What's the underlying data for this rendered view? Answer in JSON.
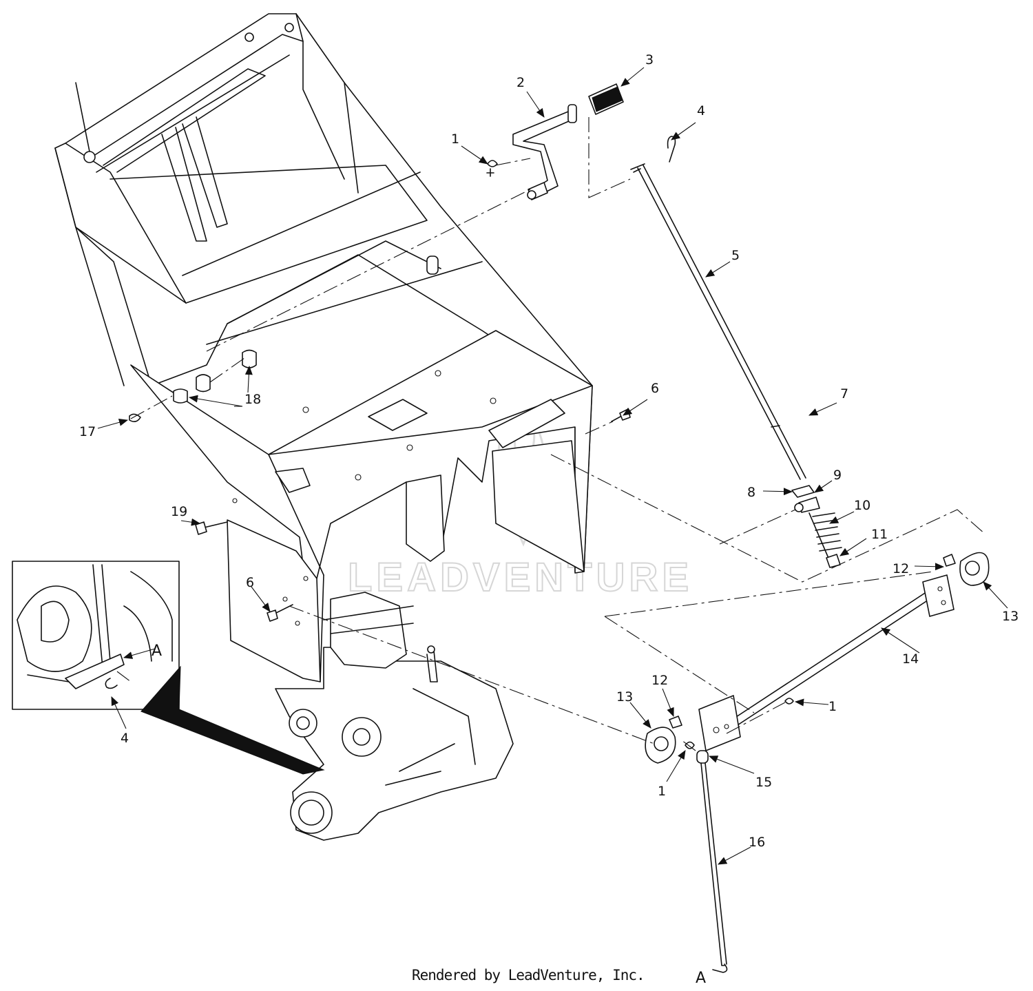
{
  "watermark": "LEADVENTURE",
  "credit": "Rendered by LeadVenture, Inc.",
  "callouts": [
    {
      "id": "c1a",
      "text": "1"
    },
    {
      "id": "c2",
      "text": "2"
    },
    {
      "id": "c3",
      "text": "3"
    },
    {
      "id": "c4a",
      "text": "4"
    },
    {
      "id": "c5",
      "text": "5"
    },
    {
      "id": "c6a",
      "text": "6"
    },
    {
      "id": "c7",
      "text": "7"
    },
    {
      "id": "c8",
      "text": "8"
    },
    {
      "id": "c9",
      "text": "9"
    },
    {
      "id": "c10",
      "text": "10"
    },
    {
      "id": "c11",
      "text": "11"
    },
    {
      "id": "c12a",
      "text": "12"
    },
    {
      "id": "c13a",
      "text": "13"
    },
    {
      "id": "c14",
      "text": "14"
    },
    {
      "id": "c1b",
      "text": "1"
    },
    {
      "id": "c13b",
      "text": "13"
    },
    {
      "id": "c12b",
      "text": "12"
    },
    {
      "id": "c1c",
      "text": "1"
    },
    {
      "id": "c15",
      "text": "15"
    },
    {
      "id": "c16",
      "text": "16"
    },
    {
      "id": "cA1",
      "text": "A"
    },
    {
      "id": "cA2",
      "text": "A"
    },
    {
      "id": "c4b",
      "text": "4"
    },
    {
      "id": "c6b",
      "text": "6"
    },
    {
      "id": "c19",
      "text": "19"
    },
    {
      "id": "c17",
      "text": "17"
    },
    {
      "id": "c18",
      "text": "18"
    }
  ]
}
